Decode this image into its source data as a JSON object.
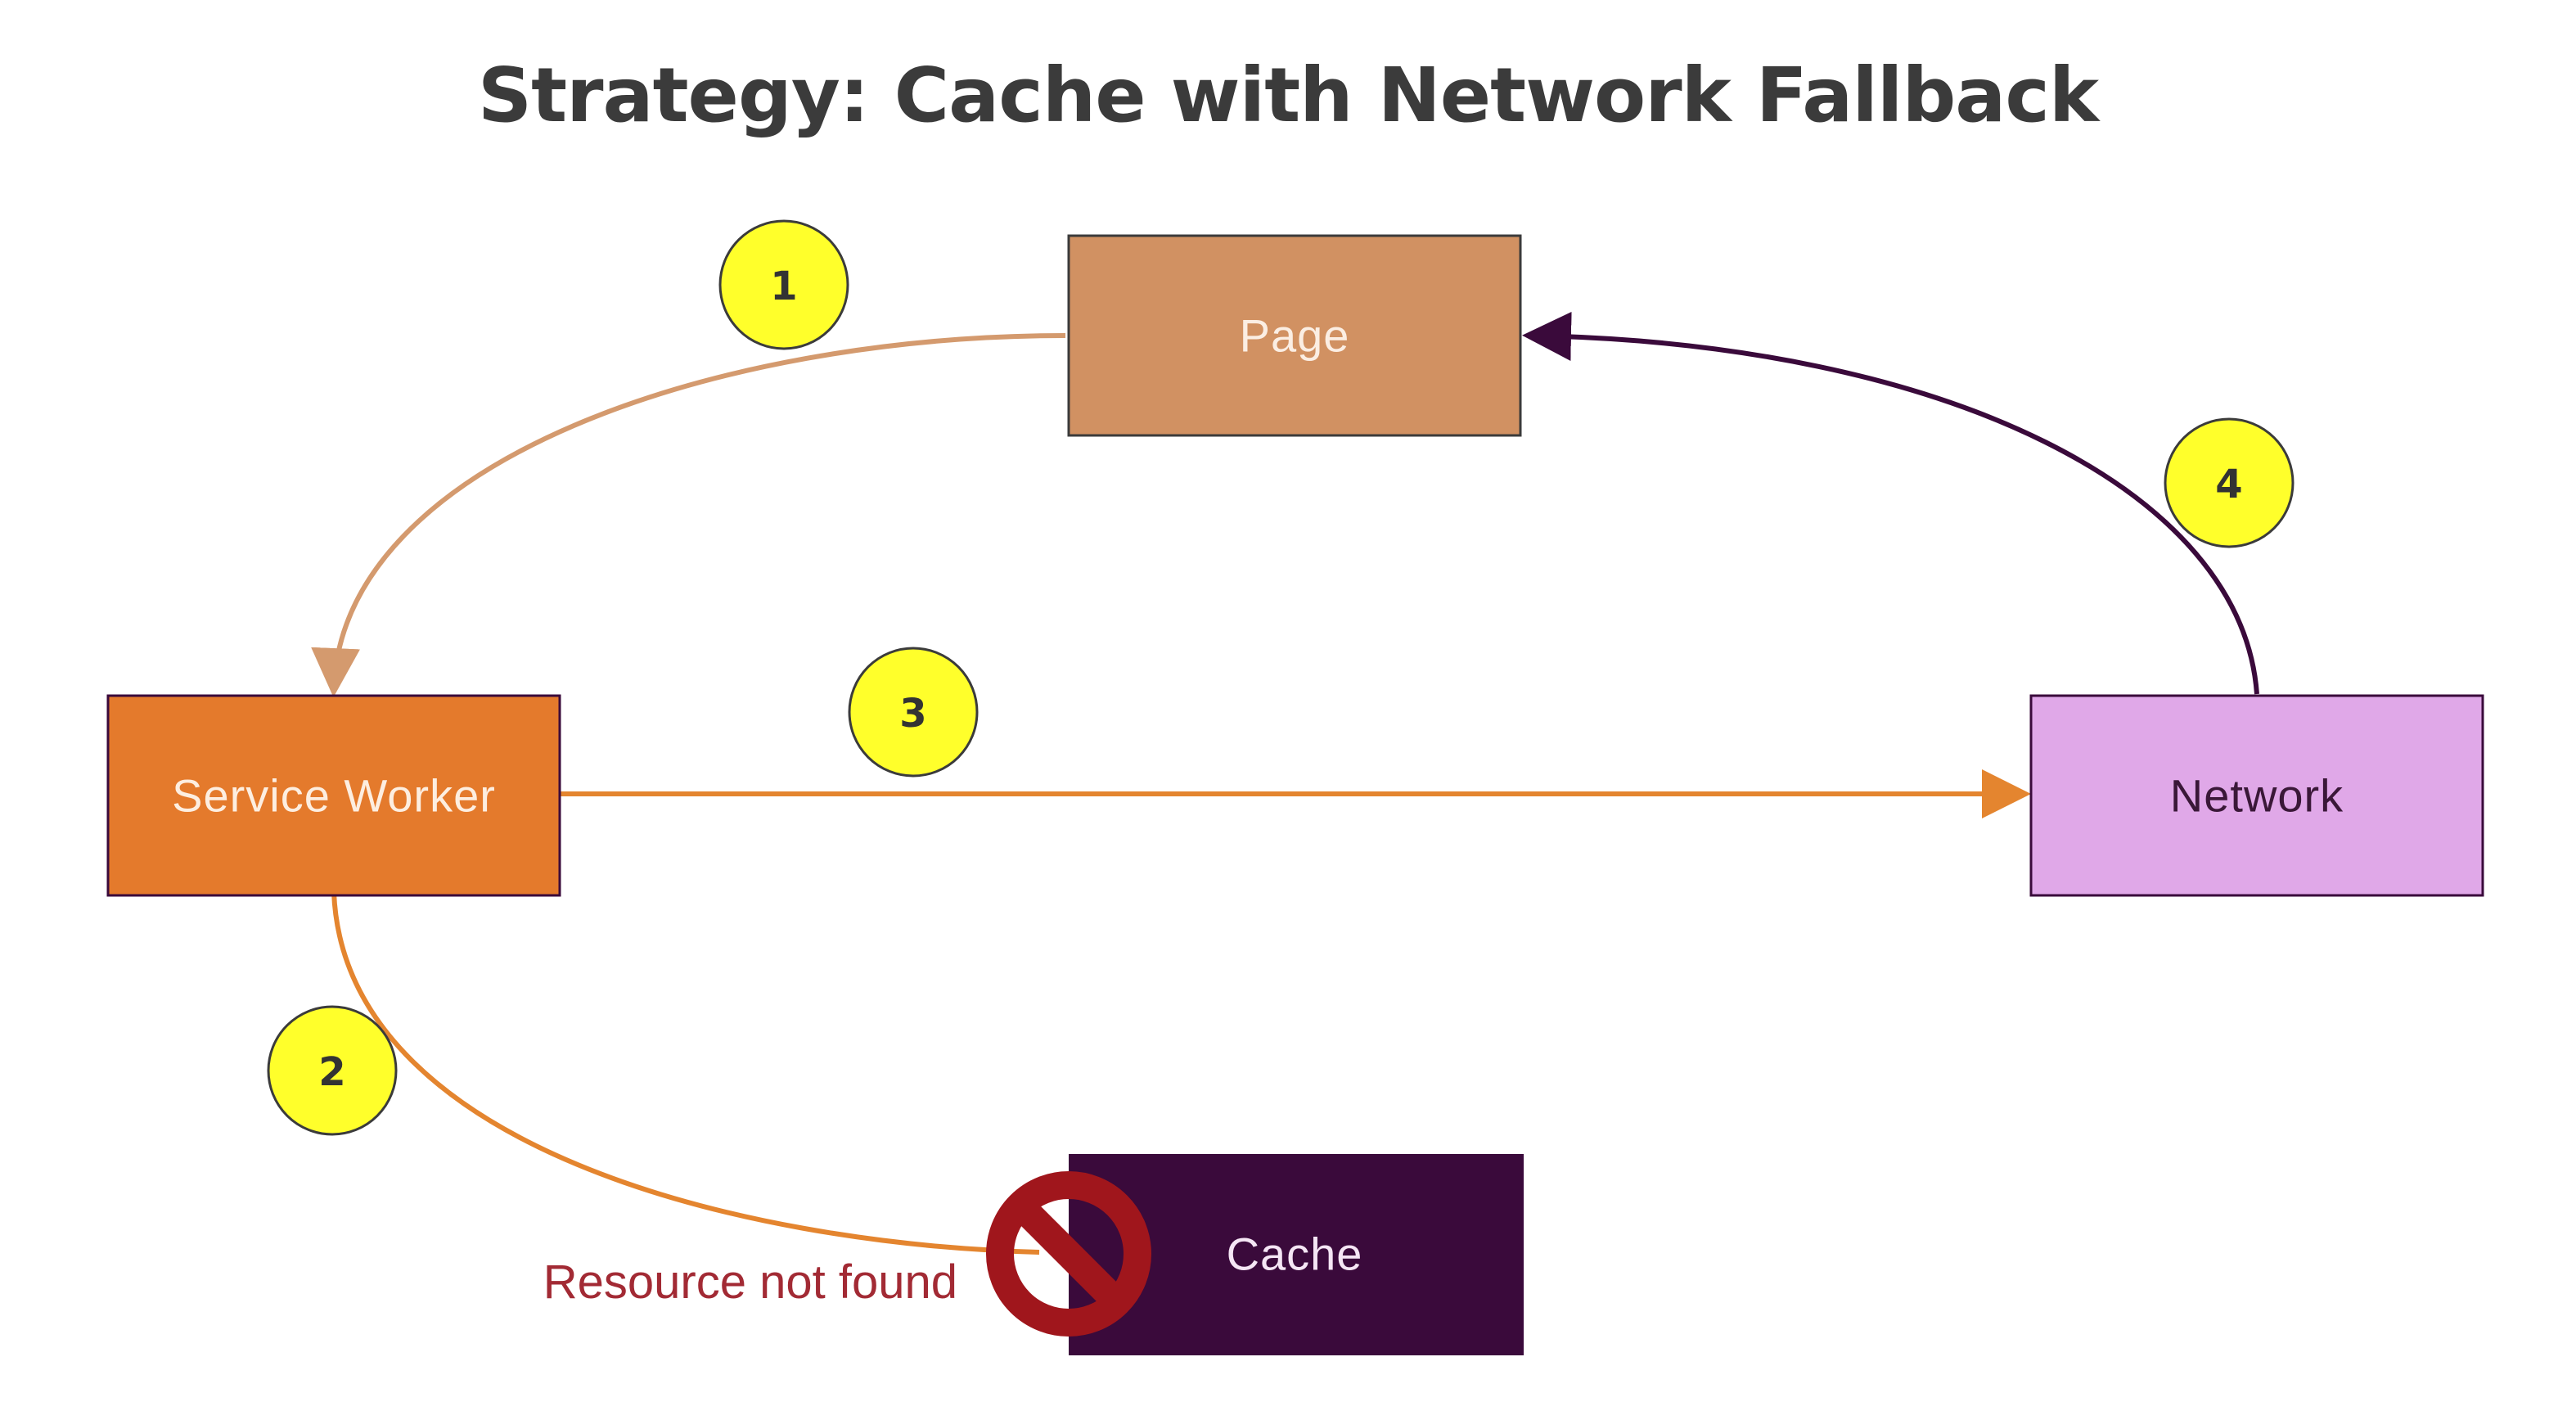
{
  "title": "Strategy: Cache with Network Fallback",
  "nodes": {
    "page": {
      "label": "Page",
      "fill": "#d19162",
      "text_color": "#fbeee3"
    },
    "service_worker": {
      "label": "Service Worker",
      "fill": "#e47a2c",
      "text_color": "#fdeee0"
    },
    "network": {
      "label": "Network",
      "fill": "#e0a8e8",
      "text_color": "#3a1838"
    },
    "cache": {
      "label": "Cache",
      "fill": "#3a0a3b",
      "text_color": "#f5e6f5"
    }
  },
  "steps": [
    "1",
    "2",
    "3",
    "4"
  ],
  "step_badge_color": "#ffff2b",
  "edges": [
    {
      "step": "1",
      "from": "Page",
      "to": "Service Worker",
      "color": "#d49a6e"
    },
    {
      "step": "2",
      "from": "Service Worker",
      "to": "Cache",
      "color": "#e4852f"
    },
    {
      "step": "3",
      "from": "Service Worker",
      "to": "Network",
      "color": "#e4852f"
    },
    {
      "step": "4",
      "from": "Network",
      "to": "Page",
      "color": "#3a0a3b"
    }
  ],
  "cache_miss_note": "Resource not found",
  "cache_miss_color": "#a22a34",
  "prohibited_icon": "prohibited-icon"
}
